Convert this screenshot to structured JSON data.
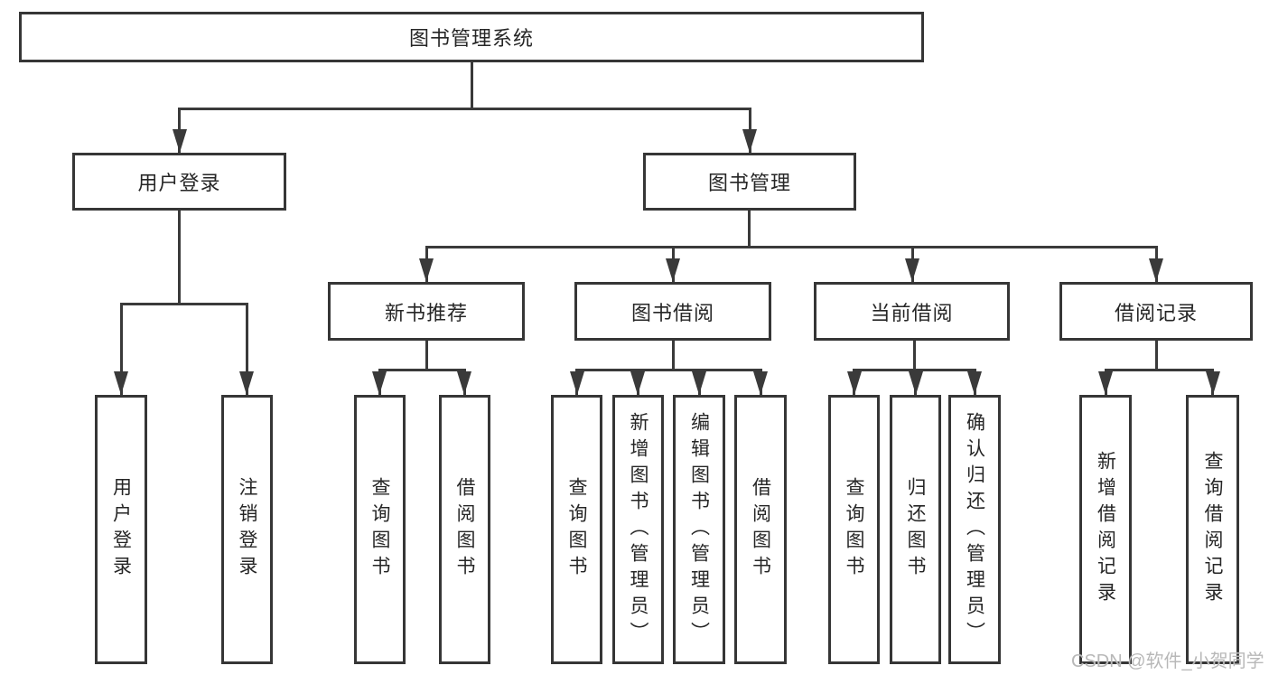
{
  "diagram_title": "图书管理系统",
  "colors": {
    "line": "#3a3a3a",
    "border": "#363636",
    "text": "#262626",
    "background": "#ffffff",
    "watermark": "#b8b8b8"
  },
  "nodes": {
    "root": {
      "label": "图书管理系统"
    },
    "user_login": {
      "label": "用户登录"
    },
    "book_management": {
      "label": "图书管理"
    },
    "new_book_recommend": {
      "label": "新书推荐"
    },
    "book_borrow": {
      "label": "图书借阅"
    },
    "current_borrow": {
      "label": "当前借阅"
    },
    "borrow_records": {
      "label": "借阅记录"
    },
    "leaf_user_login": {
      "label": "用户登录"
    },
    "leaf_logout": {
      "label": "注销登录"
    },
    "leaf_query_books_recommend": {
      "label": "查询图书"
    },
    "leaf_borrow_books_recommend": {
      "label": "借阅图书"
    },
    "leaf_query_books_borrow": {
      "label": "查询图书"
    },
    "leaf_add_book_admin": {
      "label": "新增图书（管理员）"
    },
    "leaf_edit_book_admin": {
      "label": "编辑图书（管理员）"
    },
    "leaf_borrow_books_borrow": {
      "label": "借阅图书"
    },
    "leaf_query_books_current": {
      "label": "查询图书"
    },
    "leaf_return_books": {
      "label": "归还图书"
    },
    "leaf_confirm_return_admin": {
      "label": "确认归还（管理员）"
    },
    "leaf_add_borrow_record": {
      "label": "新增借阅记录"
    },
    "leaf_query_borrow_record": {
      "label": "查询借阅记录"
    }
  },
  "hierarchy": {
    "label": "图书管理系统",
    "children": [
      {
        "label": "用户登录",
        "children": [
          {
            "label": "用户登录"
          },
          {
            "label": "注销登录"
          }
        ]
      },
      {
        "label": "图书管理",
        "children": [
          {
            "label": "新书推荐",
            "children": [
              {
                "label": "查询图书"
              },
              {
                "label": "借阅图书"
              }
            ]
          },
          {
            "label": "图书借阅",
            "children": [
              {
                "label": "查询图书"
              },
              {
                "label": "新增图书（管理员）"
              },
              {
                "label": "编辑图书（管理员）"
              },
              {
                "label": "借阅图书"
              }
            ]
          },
          {
            "label": "当前借阅",
            "children": [
              {
                "label": "查询图书"
              },
              {
                "label": "归还图书"
              },
              {
                "label": "确认归还（管理员）"
              }
            ]
          },
          {
            "label": "借阅记录",
            "children": [
              {
                "label": "新增借阅记录"
              },
              {
                "label": "查询借阅记录"
              }
            ]
          }
        ]
      }
    ]
  },
  "watermark": {
    "text": "CSDN @软件_小贺同学"
  }
}
